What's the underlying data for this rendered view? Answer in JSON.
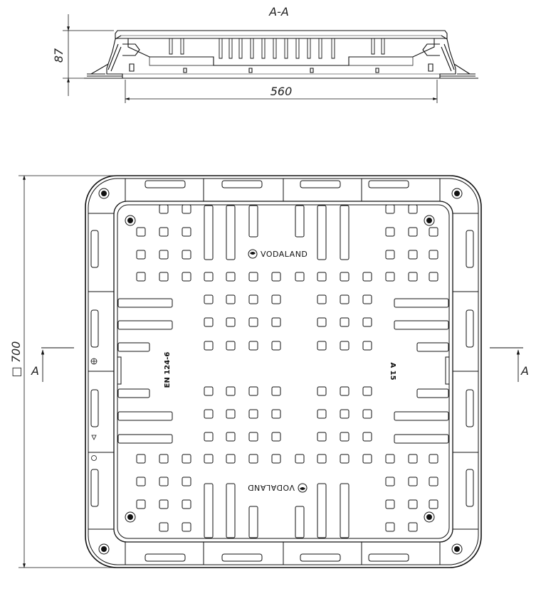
{
  "section": {
    "title": "A-A",
    "height_dim": "87",
    "width_dim": "560"
  },
  "plan": {
    "size_dim": "□ 700",
    "cut_left": "A",
    "cut_right": "A",
    "logo_top": "VODALAND",
    "logo_bottom": "VODALAND",
    "standard": "EN 124-6",
    "load_class": "A 15"
  },
  "colors": {
    "line": "#111111",
    "background": "#ffffff"
  }
}
